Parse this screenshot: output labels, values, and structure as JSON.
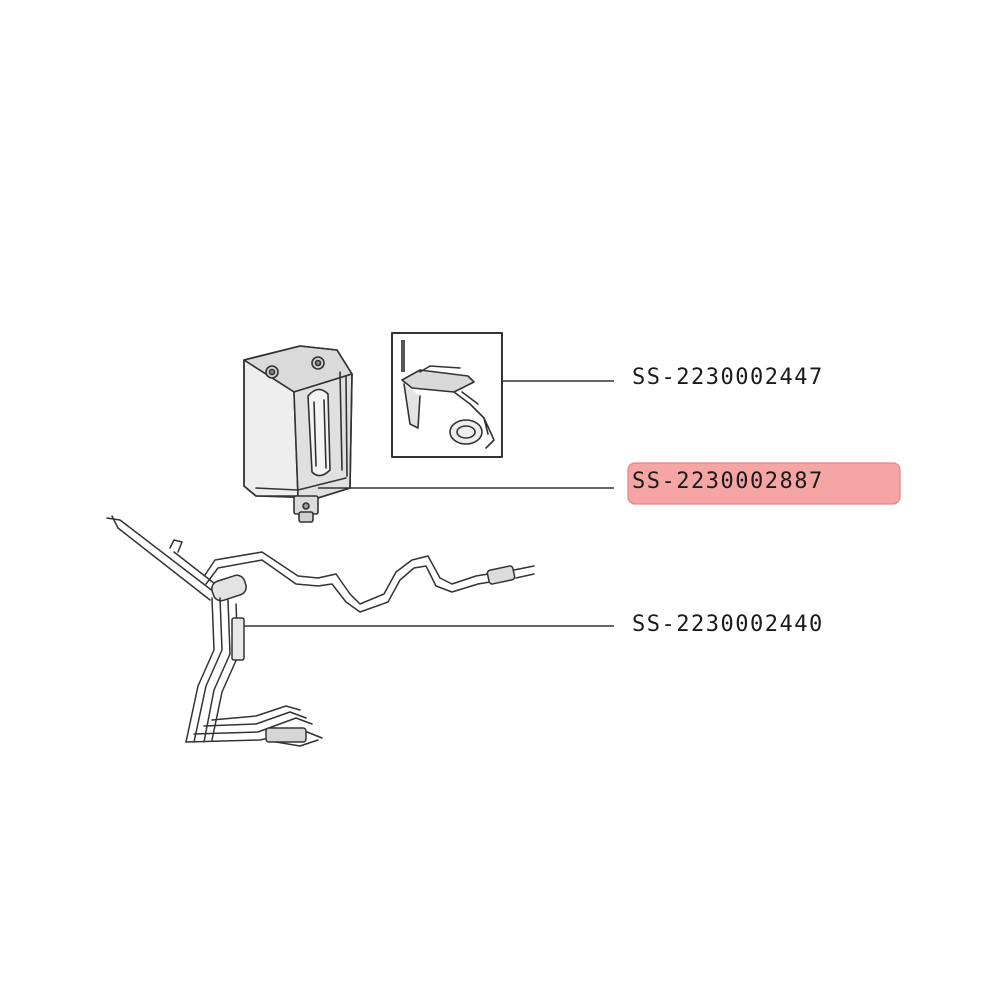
{
  "parts": [
    {
      "id": "p447",
      "label": "SS-2230002447",
      "highlighted": false
    },
    {
      "id": "p887",
      "label": "SS-2230002887",
      "highlighted": true
    },
    {
      "id": "p440",
      "label": "SS-2230002440",
      "highlighted": false
    }
  ],
  "colors": {
    "highlight_fill": "#f6a5a5",
    "highlight_border": "#e48484",
    "line": "#333333",
    "shade": "#e9e9e9"
  }
}
